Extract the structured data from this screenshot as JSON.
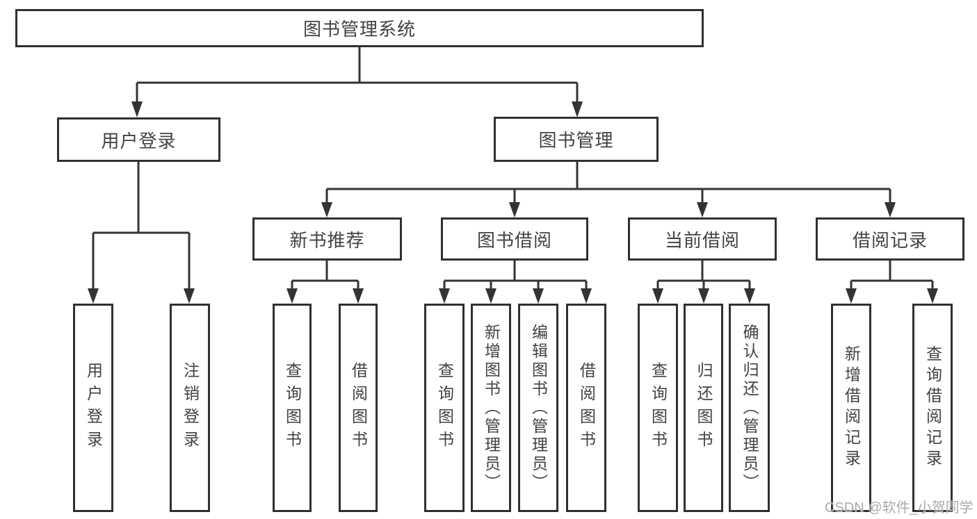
{
  "watermark": "CSDN @软件_小贺同学",
  "colors": {
    "line": "#333333",
    "border": "#303030",
    "text": "#424242",
    "watermark": "#aaaaaa",
    "background": "#ffffff"
  },
  "diagram": {
    "type": "hierarchy",
    "nodes": [
      {
        "id": "root",
        "label": "图书管理系统",
        "level": 1,
        "parent": null
      },
      {
        "id": "user-login-branch",
        "label": "用户登录",
        "level": 2,
        "parent": "root"
      },
      {
        "id": "book-management",
        "label": "图书管理",
        "level": 2,
        "parent": "root"
      },
      {
        "id": "new-book-recommend",
        "label": "新书推荐",
        "level": 3,
        "parent": "book-management"
      },
      {
        "id": "book-borrow",
        "label": "图书借阅",
        "level": 3,
        "parent": "book-management"
      },
      {
        "id": "current-borrow",
        "label": "当前借阅",
        "level": 3,
        "parent": "book-management"
      },
      {
        "id": "borrow-records",
        "label": "借阅记录",
        "level": 3,
        "parent": "book-management"
      },
      {
        "id": "leaf-user-login",
        "label": "用户登录",
        "level": 4,
        "parent": "user-login-branch"
      },
      {
        "id": "leaf-logout",
        "label": "注销登录",
        "level": 4,
        "parent": "user-login-branch"
      },
      {
        "id": "leaf-query-book-recommend",
        "label": "查询图书",
        "level": 4,
        "parent": "new-book-recommend"
      },
      {
        "id": "leaf-borrow-book-recommend",
        "label": "借阅图书",
        "level": 4,
        "parent": "new-book-recommend"
      },
      {
        "id": "leaf-query-book-borrow",
        "label": "查询图书",
        "level": 4,
        "parent": "book-borrow"
      },
      {
        "id": "leaf-add-book-admin",
        "label": "新增图书（管理员）",
        "level": 4,
        "parent": "book-borrow"
      },
      {
        "id": "leaf-edit-book-admin",
        "label": "编辑图书（管理员）",
        "level": 4,
        "parent": "book-borrow"
      },
      {
        "id": "leaf-borrow-book",
        "label": "借阅图书",
        "level": 4,
        "parent": "book-borrow"
      },
      {
        "id": "leaf-query-book-current",
        "label": "查询图书",
        "level": 4,
        "parent": "current-borrow"
      },
      {
        "id": "leaf-return-book",
        "label": "归还图书",
        "level": 4,
        "parent": "current-borrow"
      },
      {
        "id": "leaf-confirm-return-admin",
        "label": "确认归还（管理员）",
        "level": 4,
        "parent": "current-borrow"
      },
      {
        "id": "leaf-add-borrow-record",
        "label": "新增借阅记录",
        "level": 4,
        "parent": "borrow-records"
      },
      {
        "id": "leaf-query-borrow-record",
        "label": "查询借阅记录",
        "level": 4,
        "parent": "borrow-records"
      }
    ]
  }
}
